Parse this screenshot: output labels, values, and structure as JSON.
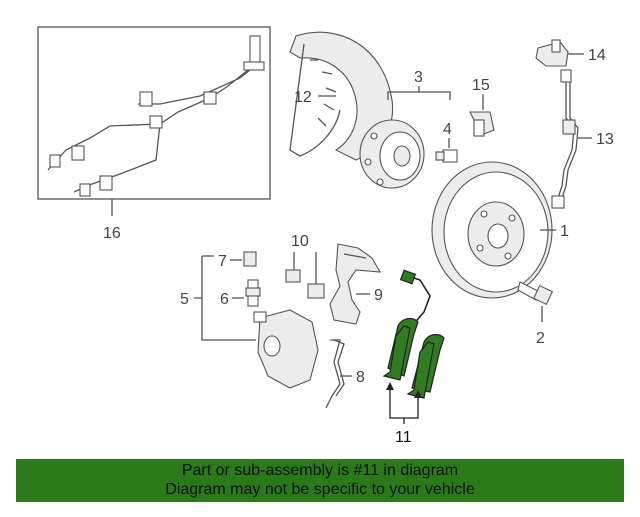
{
  "callouts": {
    "c1": "1",
    "c2": "2",
    "c3": "3",
    "c4": "4",
    "c5": "5",
    "c6": "6",
    "c7": "7",
    "c8": "8",
    "c9": "9",
    "c10": "10",
    "c11": "11",
    "c12": "12",
    "c13": "13",
    "c14": "14",
    "c15": "15",
    "c16": "16"
  },
  "highlight_color": "#2f7d1f",
  "banner": {
    "line1": "Part or sub-assembly is #11 in diagram",
    "line2": "Diagram may not be specific to your vehicle",
    "background": "#2b7a1a"
  }
}
